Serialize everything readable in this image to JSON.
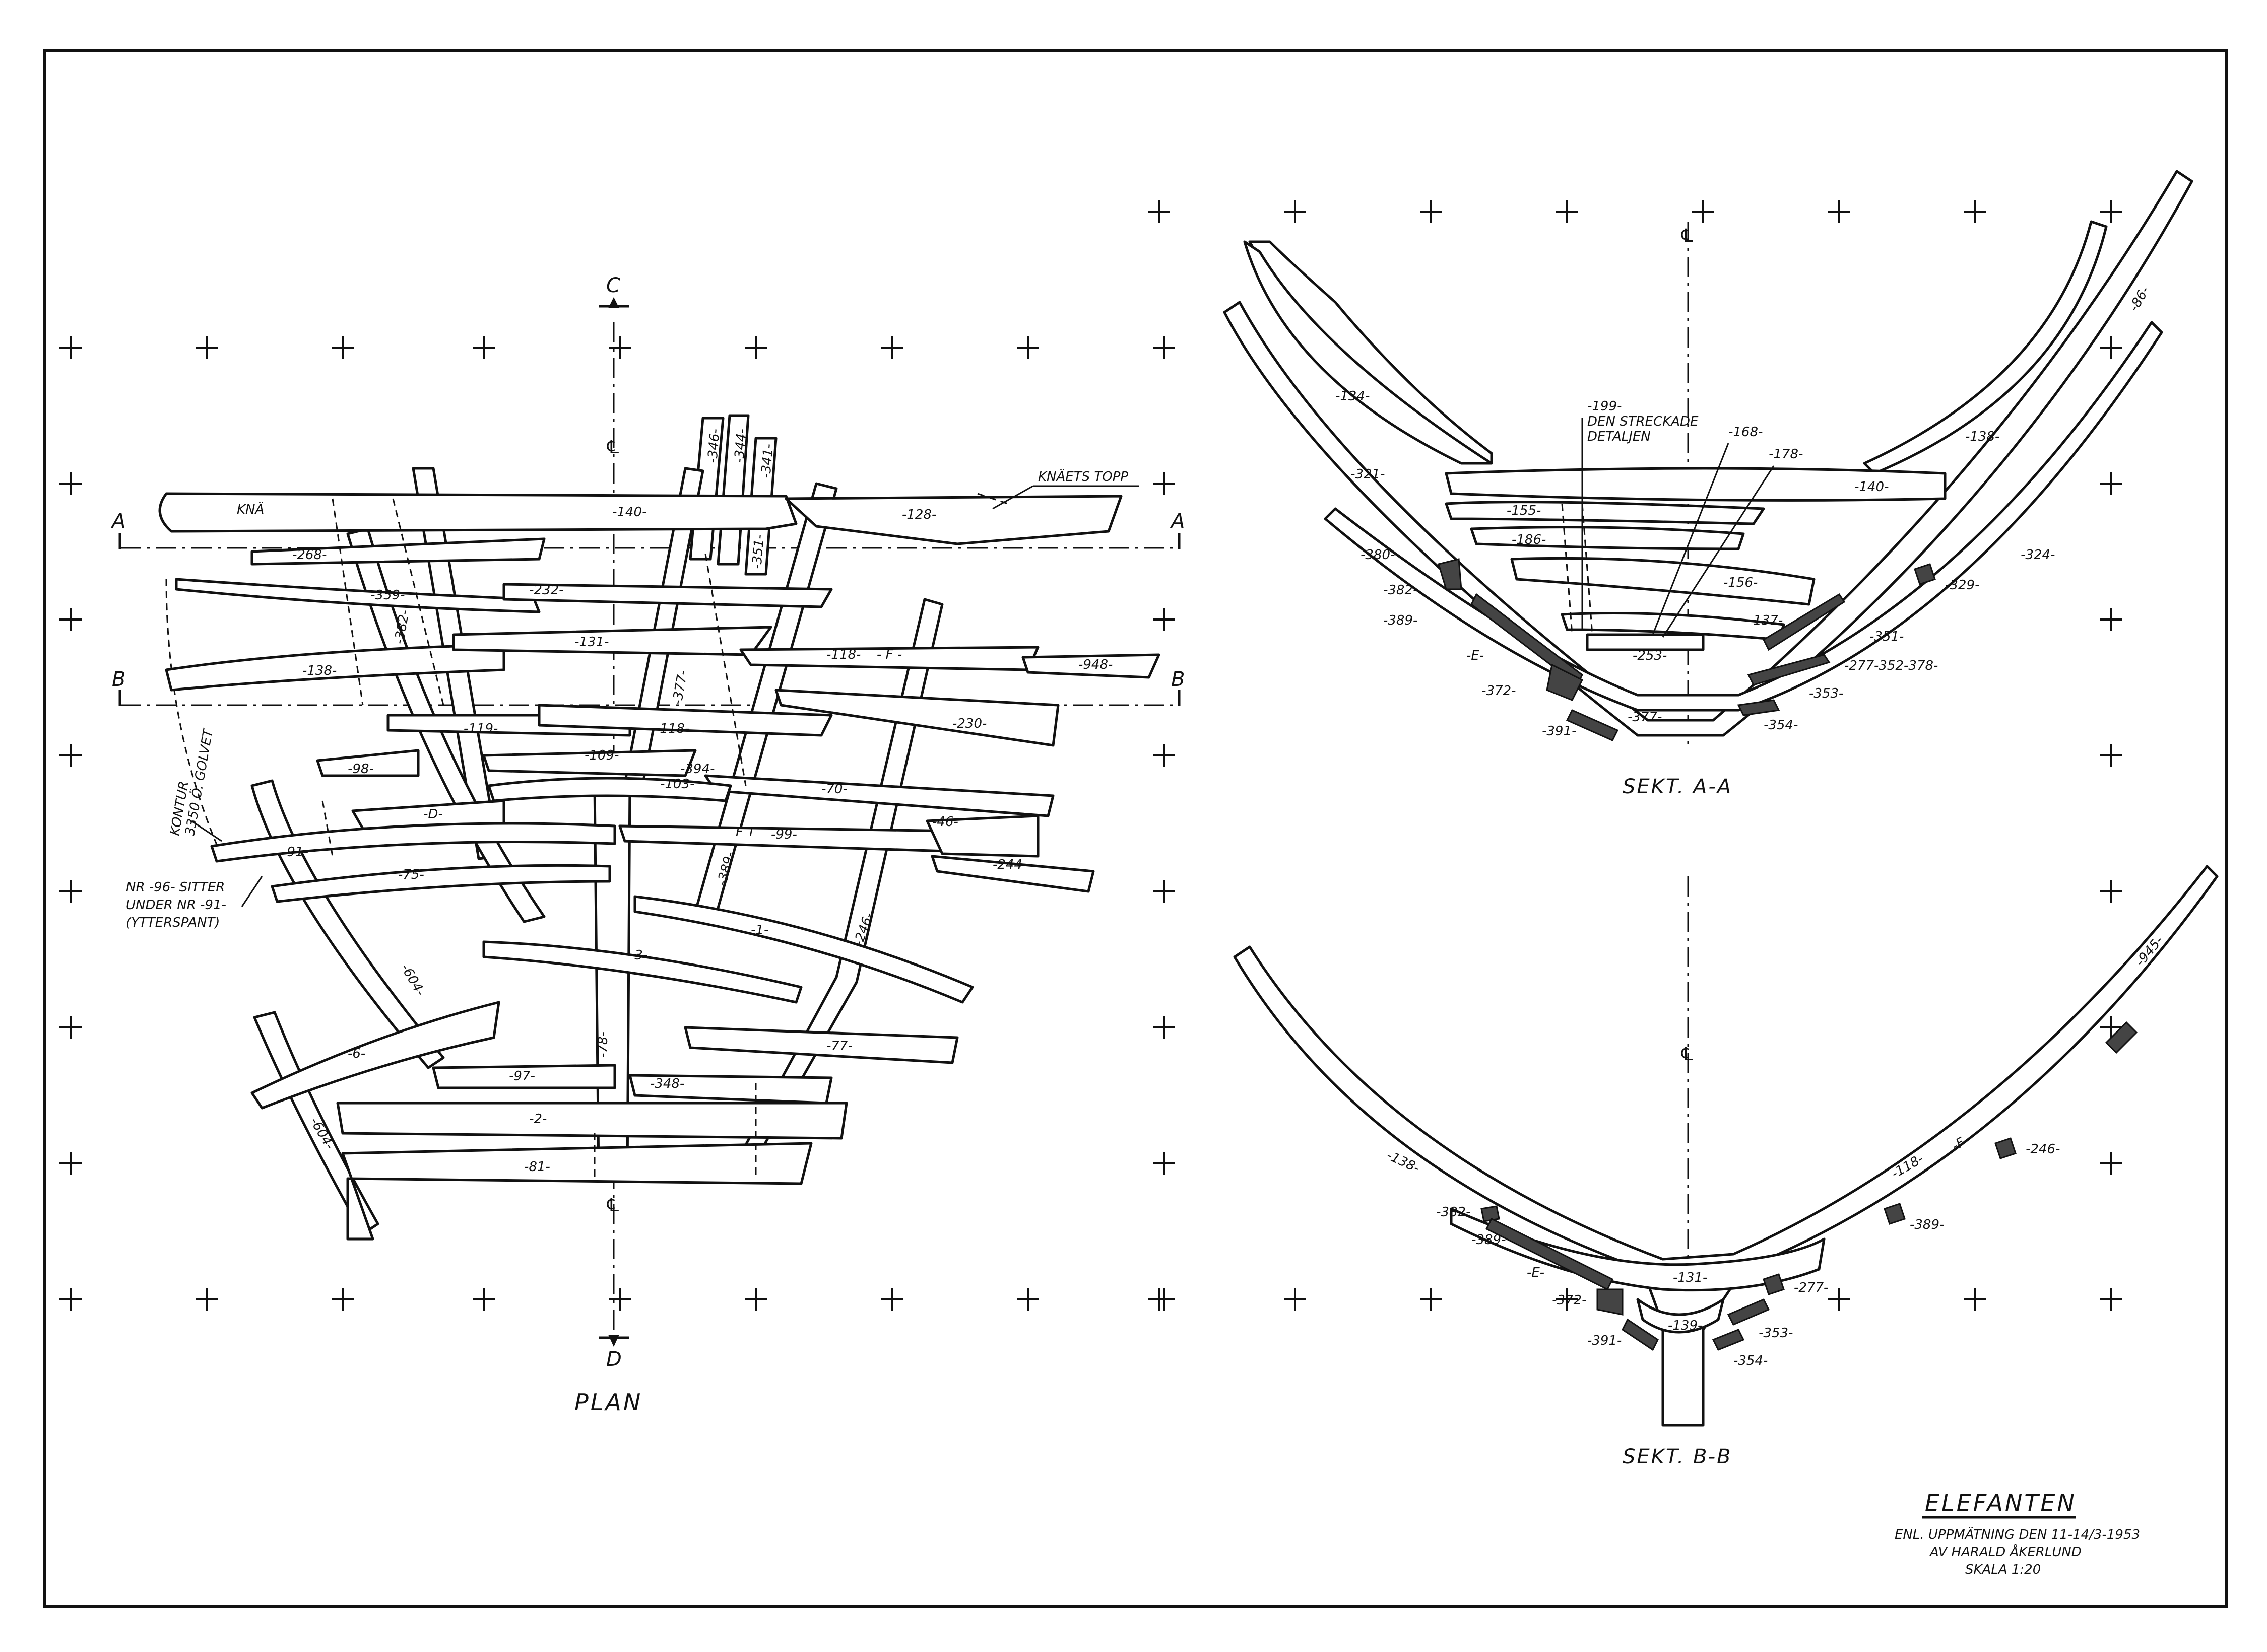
{
  "title_block": {
    "name": "ELEFANTEN",
    "line1": "ENL. UPPMÄTNING DEN 11-14/3-1953",
    "line2": "AV HARALD ÅKERLUND",
    "line3": "SKALA 1:20"
  },
  "views": {
    "plan": "PLAN",
    "section_a": "SEKT. A-A",
    "section_b": "SEKT. B-B"
  },
  "markers": {
    "a": "A",
    "b": "B",
    "c": "C",
    "d": "D",
    "centerline": "℄"
  },
  "plan_notes": {
    "kna": "KNÄ",
    "knaets_topp": "KNÄETS TOPP",
    "kontur_1": "KONTUR",
    "kontur_2": "3350 Ö. GOLVET",
    "nr96_1": "NR -96- SITTER",
    "nr96_2": "UNDER NR -91-",
    "nr96_3": "(YTTERSPANT)",
    "f_mark": "- F -",
    "ft_mark": "F T"
  },
  "plan_labels": {
    "l140": "-140-",
    "l128": "-128-",
    "l268": "-268-",
    "l359": "-359-",
    "l232": "-232-",
    "l138": "-138-",
    "l131": "-131-",
    "l118a": "-118-",
    "l948": "-948-",
    "l119": "-119-",
    "l118b": "-118-",
    "l230": "-230-",
    "l98": "-98-",
    "l109": "-109-",
    "l394": "-394-",
    "l103": "-103-",
    "l70": "-70-",
    "l91": "-91-",
    "l99": "-99-",
    "l46": "-46-",
    "l75": "-75-",
    "l244": "-244-",
    "l1": "-1-",
    "l3": "-3-",
    "l6": "-6-",
    "l77": "-77-",
    "l97": "-97-",
    "l348": "-348-",
    "l2": "-2-",
    "l81": "-81-",
    "l346": "-346-",
    "l344": "-344-",
    "l341": "-341-",
    "l351": "-351-",
    "l377": "-377-",
    "l382": "-382-",
    "l389": "-389-",
    "l246": "-246-",
    "l604a": "-604-",
    "l604b": "-604-",
    "l78": "-78-",
    "lD": "-D-"
  },
  "section_a_labels": {
    "s134": "-134-",
    "s138": "-138-",
    "s199_1": "-199-",
    "s199_2": "DEN STRECKADE",
    "s199_3": "DETALJEN",
    "s168": "-168-",
    "s178": "-178-",
    "s140": "-140-",
    "s321": "-321-",
    "s155": "-155-",
    "s186": "-186-",
    "s156": "-156-",
    "s137": "-137-",
    "s253": "-253-",
    "s324": "-324-",
    "s380": "-380-",
    "s382": "-382-",
    "s389": "-389-",
    "sE": "-E-",
    "s372": "-372-",
    "s391": "-391-",
    "s377": "-377-",
    "s351": "-351-",
    "s277": "-277-352-378-",
    "s353": "-353-",
    "s354": "-354-",
    "s329": "-329-",
    "s86": "-86-"
  },
  "section_b_labels": {
    "b138": "-138-",
    "b382": "-382-",
    "b389": "-389-",
    "bE": "-E-",
    "b372": "-372-",
    "b391": "-391-",
    "b131": "-131-",
    "b139": "-139-",
    "b277": "-277-",
    "b353": "-353-",
    "b354": "-354-",
    "b118": "-118-",
    "bF": "-F-",
    "b246": "-246-",
    "b389r": "-389-",
    "b945": "-945-"
  }
}
